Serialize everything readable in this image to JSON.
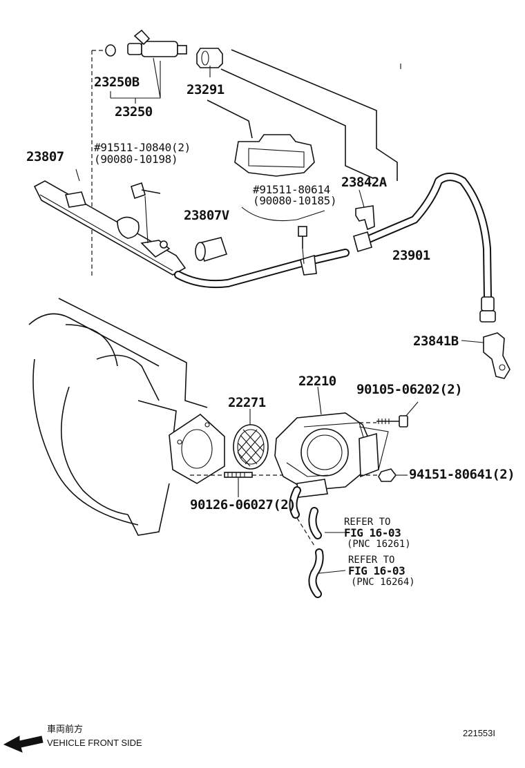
{
  "labels": {
    "p23250B": "23250B",
    "p23250": "23250",
    "p23291": "23291",
    "p23807": "23807",
    "bolt1_a": "#91511-J0840(2)",
    "bolt1_b": "(90080-10198)",
    "bolt2_a": "#91511-80614",
    "bolt2_b": "(90080-10185)",
    "p23842A": "23842A",
    "p23807V": "23807V",
    "p23901": "23901",
    "p23841B": "23841B",
    "p22210": "22210",
    "p22271": "22271",
    "p90105": "90105-06202(2)",
    "p94151": "94151-80641(2)",
    "p90126": "90126-06027(2)"
  },
  "refs": [
    {
      "line1": "REFER TO",
      "line2": "FIG 16-03",
      "line3": "(PNC 16261)"
    },
    {
      "line1": "REFER TO",
      "line2": "FIG 16-03",
      "line3": "(PNC 16264)"
    }
  ],
  "footer": {
    "direction_jp": "車両前方",
    "direction_en": "VEHICLE FRONT SIDE",
    "figure_id": "221553I"
  }
}
